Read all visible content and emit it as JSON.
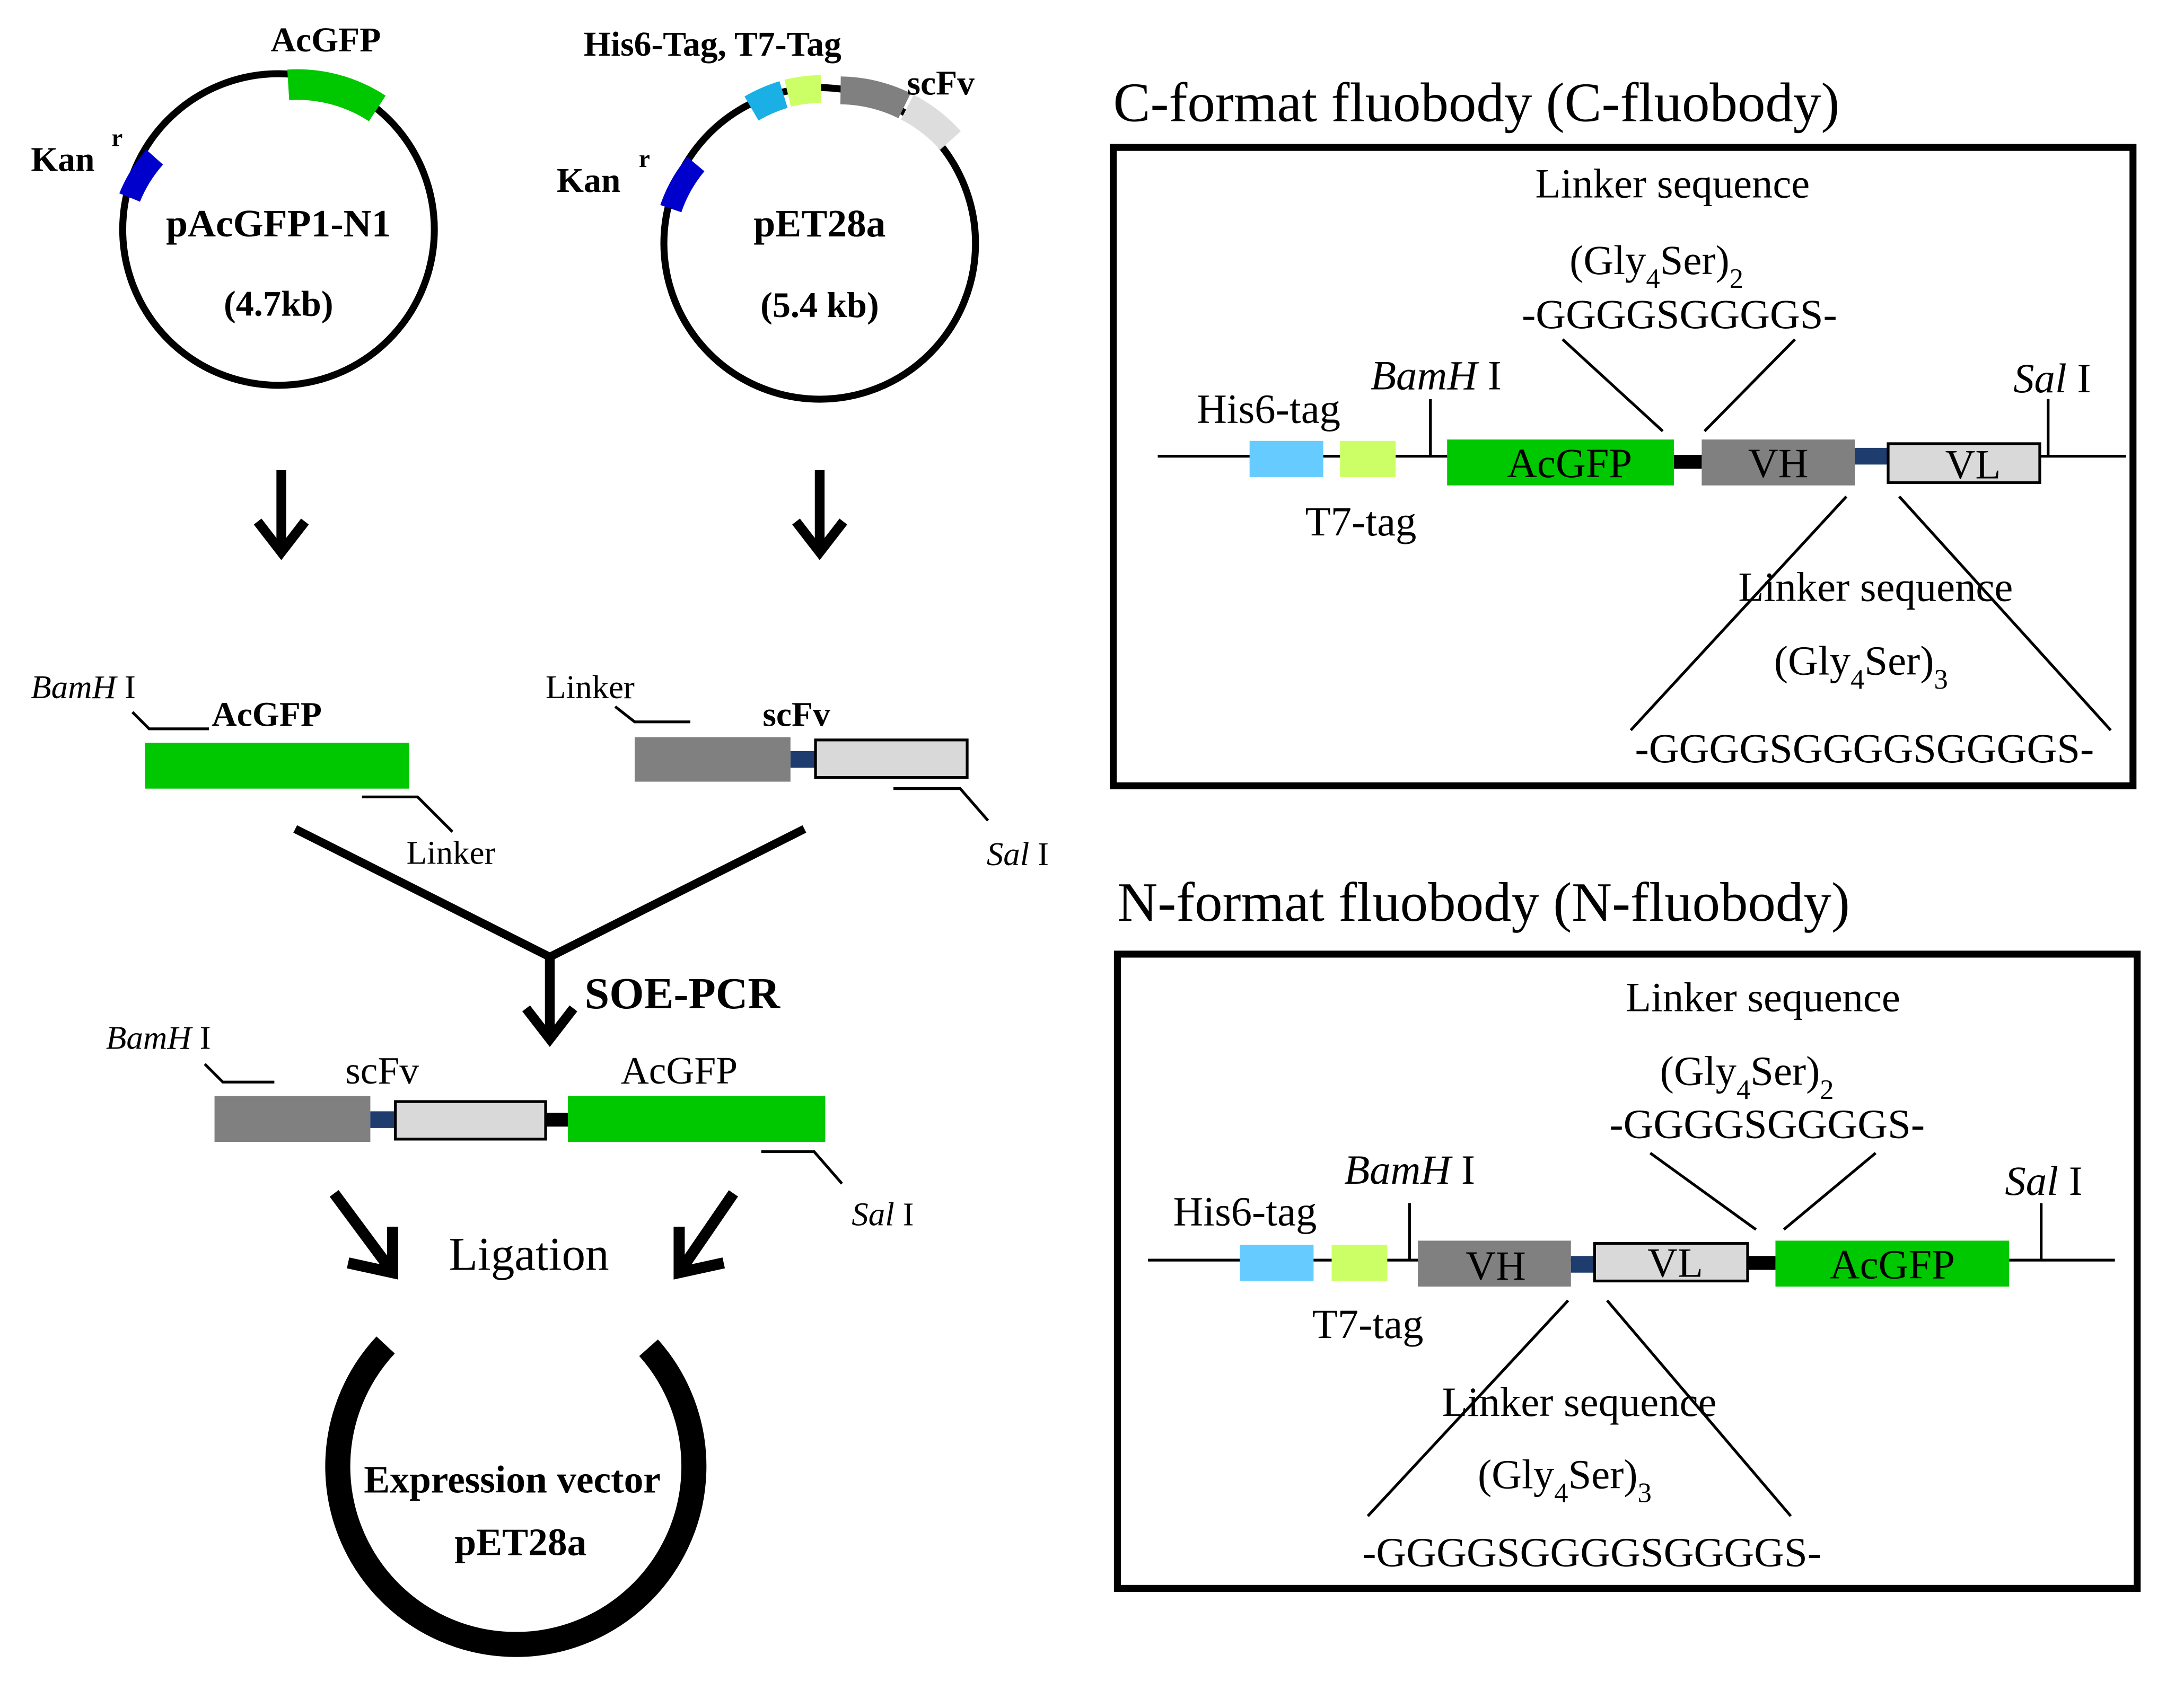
{
  "colors": {
    "acgfp": "#00c800",
    "his6": "#66ccff",
    "t7": "#ccff66",
    "vh": "#808080",
    "vl": "#d9d9d9",
    "kan": "#0000cc",
    "linker_short": "#1e3c6e",
    "his_tag_plasmid": "#1ab0e6",
    "scfv_light": "#dddddd"
  },
  "plasmids": {
    "acgfp_plasmid": {
      "name": "pAcGFP1-N1",
      "size": "(4.7kb)",
      "gene_label": "AcGFP",
      "kan_label": "Kan",
      "kan_sup": "r"
    },
    "pet_plasmid": {
      "name": "pET28a",
      "size": "(5.4 kb)",
      "tags_label": "His6-Tag, T7-Tag",
      "scfv_label": "scFv",
      "kan_label": "Kan",
      "kan_sup": "r"
    }
  },
  "fragments": {
    "acgfp_fragment": {
      "site_italic": "BamH",
      "site_roman": " I",
      "gene_label": "AcGFP",
      "linker_label": "Linker"
    },
    "scfv_fragment": {
      "linker_label": "Linker",
      "gene_label": "scFv",
      "site_italic": "Sal",
      "site_roman": " I"
    }
  },
  "soe_pcr": "SOE-PCR",
  "fusion": {
    "site_left_italic": "BamH",
    "site_left_roman": " I",
    "scfv_label": "scFv",
    "acgfp_label": "AcGFP",
    "site_right_italic": "Sal",
    "site_right_roman": " I"
  },
  "ligation": "Ligation",
  "expression_vector": {
    "line1": "Expression vector",
    "line2": "pET28a"
  },
  "c_format": {
    "title": "C-format fluobody (C-fluobody)",
    "linker_top_title": "Linker sequence",
    "linker_top_gly": "(Gly",
    "linker_top_sub": "4",
    "linker_top_ser": "Ser)",
    "linker_top_rep": "2",
    "linker_top_seq": "-GGGGSGGGGS-",
    "his6_label": "His6-tag",
    "t7_label": "T7-tag",
    "bamh_italic": "BamH",
    "bamh_roman": " I",
    "sal_italic": "Sal",
    "sal_roman": " I",
    "acgfp_label": "AcGFP",
    "vh_label": "VH",
    "vl_label": "VL",
    "linker_bot_title": "Linker sequence",
    "linker_bot_gly": "(Gly",
    "linker_bot_sub": "4",
    "linker_bot_ser": "Ser)",
    "linker_bot_rep": "3",
    "linker_bot_seq": "-GGGGSGGGGSGGGGS-"
  },
  "n_format": {
    "title": "N-format fluobody (N-fluobody)",
    "linker_top_title": "Linker sequence",
    "linker_top_gly": "(Gly",
    "linker_top_sub": "4",
    "linker_top_ser": "Ser)",
    "linker_top_rep": "2",
    "linker_top_seq": "-GGGGSGGGGS-",
    "his6_label": "His6-tag",
    "t7_label": "T7-tag",
    "bamh_italic": "BamH",
    "bamh_roman": " I",
    "sal_italic": "Sal",
    "sal_roman": " I",
    "vh_label": "VH",
    "vl_label": "VL",
    "acgfp_label": "AcGFP",
    "linker_bot_title": "Linker sequence",
    "linker_bot_gly": "(Gly",
    "linker_bot_sub": "4",
    "linker_bot_ser": "Ser)",
    "linker_bot_rep": "3",
    "linker_bot_seq": "-GGGGSGGGGSGGGGS-"
  }
}
